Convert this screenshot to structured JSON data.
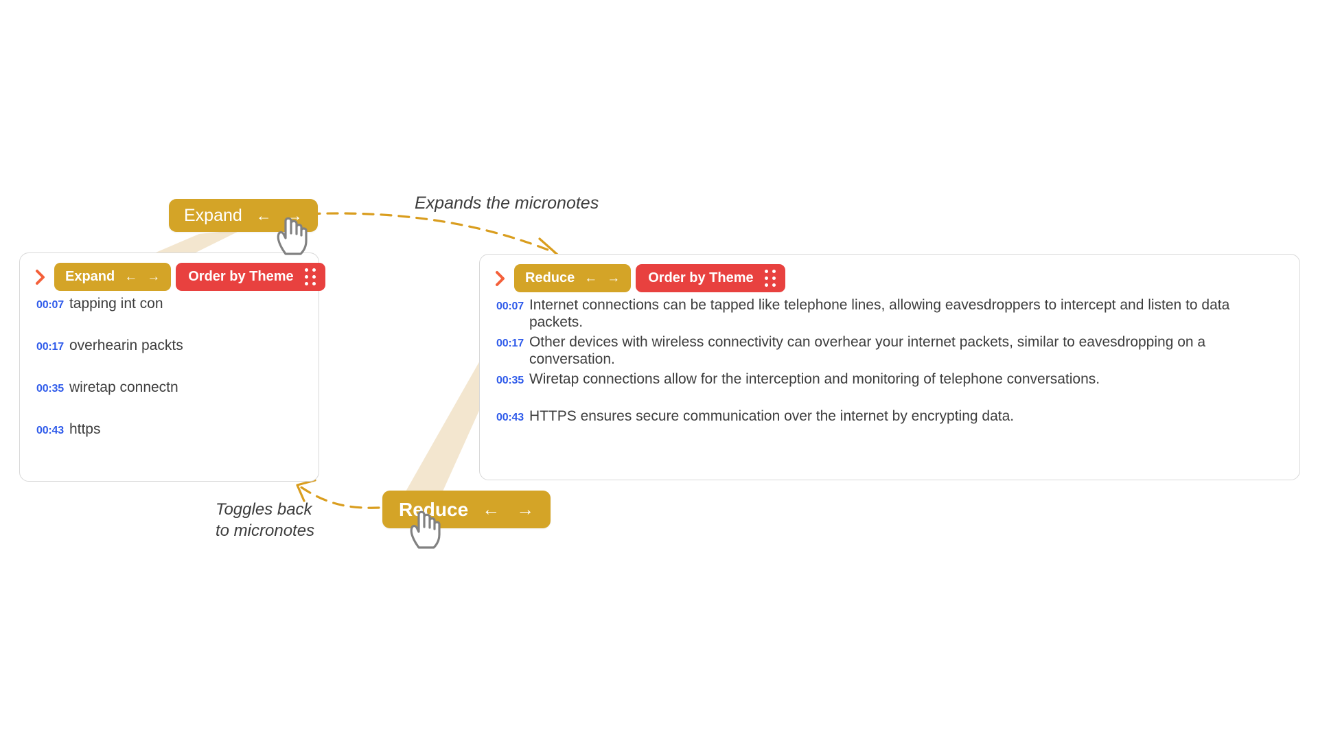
{
  "theme": {
    "gold": "#d4a427",
    "red": "#e8413f",
    "blue_time": "#2f5bea",
    "chevron_orange": "#f4603a",
    "beam": "#f3e6cf",
    "dashed_arrow": "#d99d1e",
    "card_border": "#d8d8d8",
    "text": "#3d3d3d",
    "background": "#ffffff"
  },
  "left_card": {
    "chevron_icon": "chevron-right-icon",
    "toggle_button": {
      "label": "Expand",
      "left_arrow": "←",
      "right_arrow": "→"
    },
    "order_button": {
      "label": "Order by Theme",
      "handle_icon": "drag-handle-dots-icon"
    },
    "notes": [
      {
        "time": "00:07",
        "text": "tapping int con"
      },
      {
        "time": "00:17",
        "text": "overhearin packts"
      },
      {
        "time": "00:35",
        "text": "wiretap connectn"
      },
      {
        "time": "00:43",
        "text": "https"
      }
    ]
  },
  "right_card": {
    "chevron_icon": "chevron-right-icon",
    "toggle_button": {
      "label": "Reduce",
      "left_arrow": "←",
      "right_arrow": "→"
    },
    "order_button": {
      "label": "Order by Theme",
      "handle_icon": "drag-handle-dots-icon"
    },
    "notes": [
      {
        "time": "00:07",
        "text": "Internet connections can be tapped like telephone lines, allowing eavesdroppers to intercept and listen to data packets."
      },
      {
        "time": "00:17",
        "text": "Other devices with wireless connectivity can overhear your internet packets, similar to eavesdropping on a conversation."
      },
      {
        "time": "00:35",
        "text": "Wiretap connections allow for the interception and monitoring of telephone conversations."
      },
      {
        "time": "00:43",
        "text": "HTTPS ensures secure communication over the internet by encrypting data."
      }
    ]
  },
  "callouts": {
    "expand_button": {
      "label": "Expand",
      "left_arrow": "←",
      "right_arrow": "→"
    },
    "reduce_button": {
      "label": "Reduce",
      "left_arrow": "←",
      "right_arrow": "→"
    }
  },
  "annotations": {
    "expand_note": "Expands the micronotes",
    "toggle_note_line1": "Toggles back",
    "toggle_note_line2": "to micronotes"
  }
}
